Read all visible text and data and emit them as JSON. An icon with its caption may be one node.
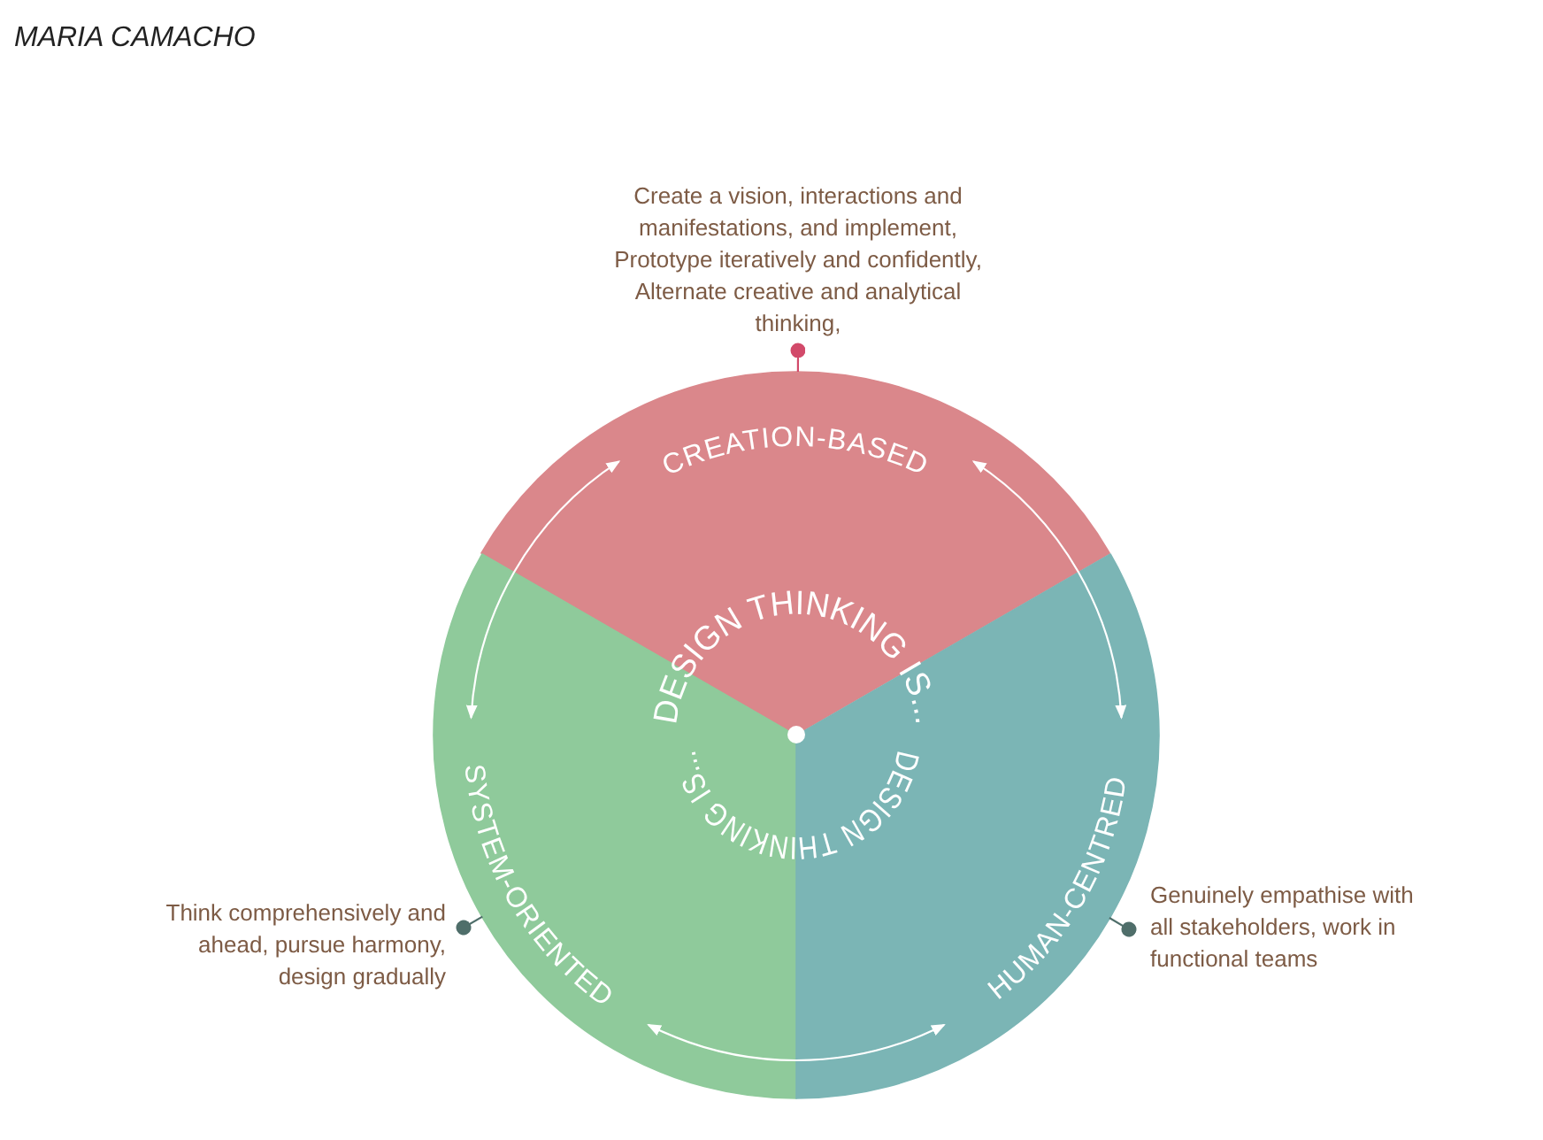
{
  "diagram": {
    "nodes": [
      {
        "text": [
          "Create a vision, interactions and manifestations, and implement, Prototype iteratively and confidently, Alternate creative and analytical thinking,"
        ]
      },
      {
        "text": [
          "CREATION-BASED"
        ]
      },
      {
        "text": [
          "Think comprehensively and ahead, pursue harmony, design gradually"
        ]
      },
      {
        "text": [
          "SYSTEM-ORIENTED"
        ]
      },
      {
        "text": [
          "HUMAN-CENTRED"
        ]
      },
      {
        "text": [
          "Genuinely empathise with all stakeholders, work in functional teams"
        ]
      }
    ],
    "edges": [
      {
        "from": 0,
        "to": 1,
        "arrow": "other",
        "color": "#d24a6a"
      },
      {
        "from": 1,
        "to": 3,
        "arrow": "both"
      },
      {
        "from": 1,
        "to": 4,
        "arrow": "both"
      },
      {
        "from": 2,
        "to": 3,
        "arrow": "other",
        "color": "#4f6e6a"
      },
      {
        "from": 5,
        "to": 4,
        "arrow": "other",
        "color": "#4f6e6a"
      },
      {
        "from": 3,
        "to": 4,
        "arrow": "both"
      }
    ],
    "labels": [
      "MARIA CAMACHO",
      "DESIGN THINKING IS...",
      "DESIGN THINKING IS..."
    ]
  }
}
